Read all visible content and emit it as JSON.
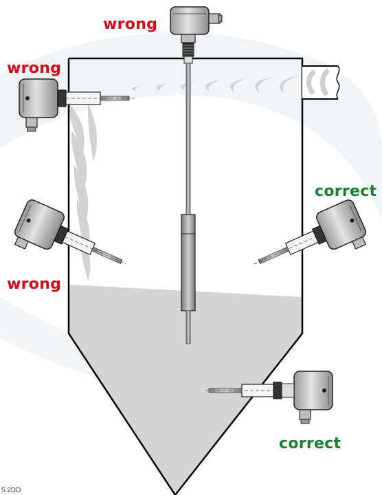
{
  "labels": {
    "top_wrong": "wrong",
    "upper_left_wrong": "wrong",
    "mid_left_wrong": "wrong",
    "right_correct": "correct",
    "bottom_correct": "correct"
  },
  "footnote": "5.2DD",
  "colors": {
    "wrong": "#e30613",
    "correct": "#1a7f2e",
    "bulk_material": "#d4d4d4",
    "silo_outline": "#000000",
    "sensor_housing": "#c8c8c8",
    "background_swirl": "#f1f4f6"
  }
}
